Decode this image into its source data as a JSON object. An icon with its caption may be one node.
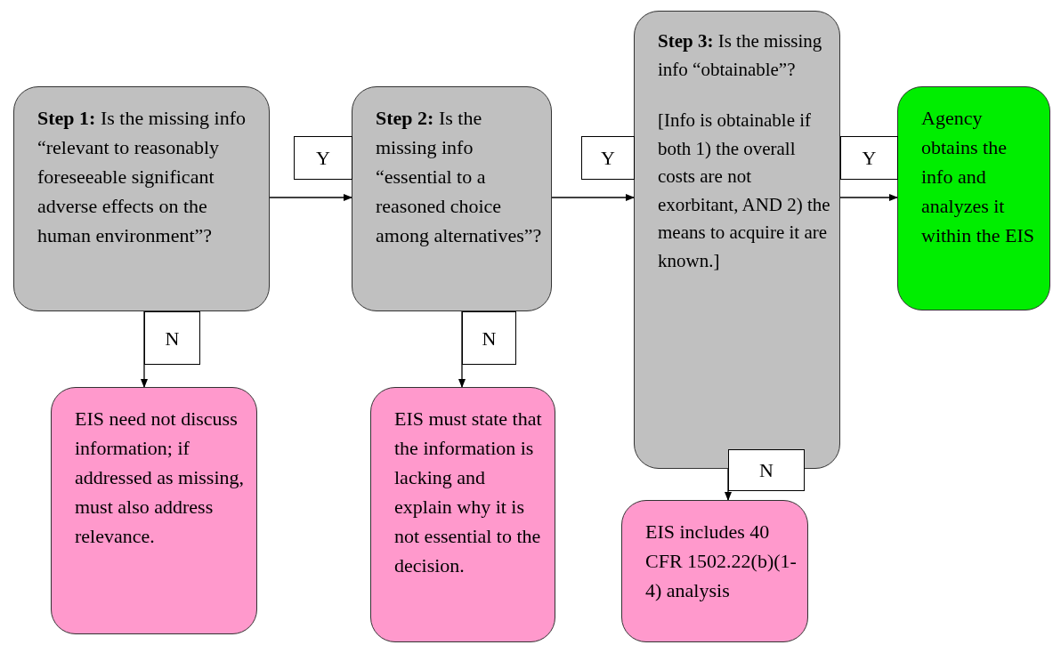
{
  "diagram": {
    "nodes": [
      {
        "text": [
          "**Step 1:**  Is the missing info “relevant to reasonably foreseeable significant adverse effects on the human environment”?"
        ]
      },
      {
        "text": [
          "**Step 2:**  Is the missing info “essential to a reasoned choice among alternatives”?"
        ]
      },
      {
        "text": [
          "**Step 3:**  Is the missing info “obtainable”?",
          "[Info is obtainable if both 1) the overall costs are not exorbitant, AND 2) the means to acquire it are known.]"
        ]
      },
      {
        "text": [
          "Agency obtains the info and analyzes it within the EIS"
        ]
      },
      {
        "text": [
          "EIS need not discuss information; if addressed as missing, must also address relevance."
        ]
      },
      {
        "text": [
          "EIS must state that the information is lacking and explain why it is not essential to the decision."
        ]
      },
      {
        "text": [
          "EIS includes 40 CFR 1502.22(b)(1-4) analysis"
        ]
      }
    ],
    "edges": [
      {
        "from": 0,
        "to": 1,
        "arrow": "to",
        "label": "Y"
      },
      {
        "from": 1,
        "to": 2,
        "arrow": "to",
        "label": "Y"
      },
      {
        "from": 2,
        "to": 3,
        "arrow": "to",
        "label": "Y"
      },
      {
        "from": 0,
        "to": 4,
        "arrow": "to",
        "label": "N"
      },
      {
        "from": 1,
        "to": 5,
        "arrow": "to",
        "label": "N"
      },
      {
        "from": 2,
        "to": 6,
        "arrow": "to",
        "label": "N"
      }
    ]
  }
}
